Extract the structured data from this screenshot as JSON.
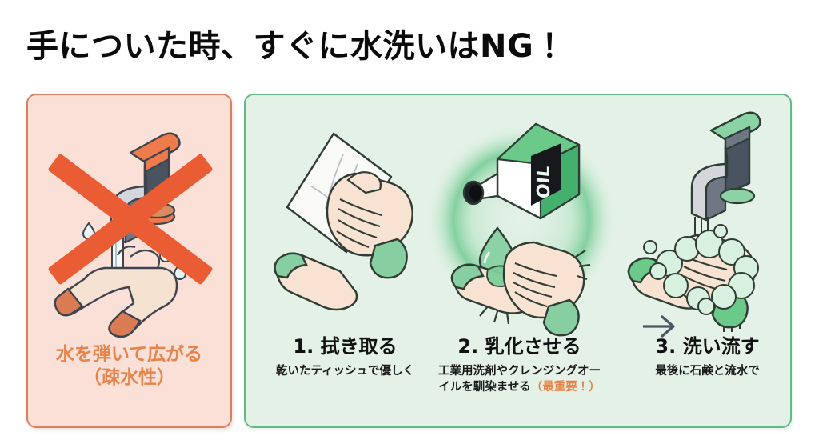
{
  "title": "手についた時、すぐに水洗いはNG！",
  "colors": {
    "title_text": "#0b0b0b",
    "ng_panel_bg": "#FAE0D6",
    "ng_panel_border": "#D98060",
    "ok_panel_bg": "#E3F1E6",
    "ok_panel_border": "#63B987",
    "accent_orange": "#E8834A",
    "x_mark": "#EA5C33",
    "glow_green": "#4FC177",
    "arrow_gray": "#4B5563"
  },
  "ng_panel": {
    "caption_line1": "水を弾いて広がる",
    "caption_line2": "（疎水性）",
    "icons": {
      "faucet": "faucet-icon",
      "hands": "hands-under-water-icon",
      "water_drops": "water-droplets-icon",
      "cross": "red-x-mark-icon"
    }
  },
  "ok_panel": {
    "steps": [
      {
        "number": "1.",
        "title": "拭き取る",
        "subtitle_lines": [
          "乾いたティッシュで優しく"
        ],
        "highlight": "",
        "icon": "tissue-wipe-hands-icon"
      },
      {
        "number": "2.",
        "title": "乳化させる",
        "subtitle_lines": [
          "工業用洗剤やクレンジングオー",
          "イルを馴染ませる"
        ],
        "highlight": "（最重要！）",
        "icon": "oil-bottle-drop-hands-icon",
        "bottle_label": "OIL"
      },
      {
        "number": "3.",
        "title": "洗い流す",
        "subtitle_lines": [
          "最後に石鹸と流水で"
        ],
        "highlight": "",
        "icon": "faucet-soap-rinse-hands-icon"
      }
    ],
    "arrows": [
      "arrow-right-icon",
      "arrow-right-icon"
    ]
  }
}
